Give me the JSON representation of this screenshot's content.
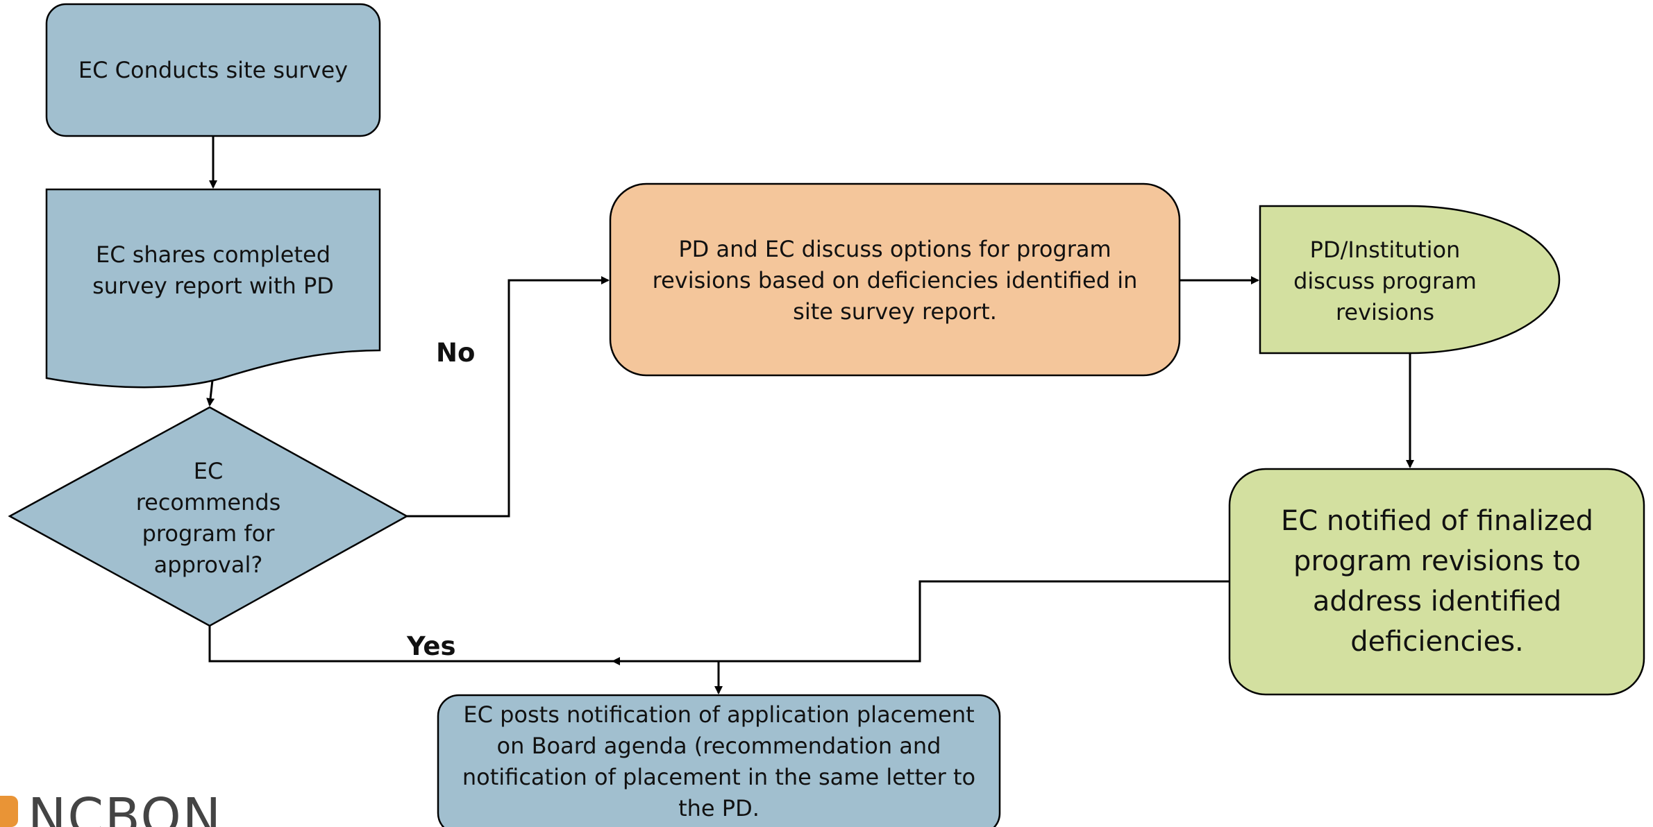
{
  "colors": {
    "blue": "#a1bfcf",
    "orange": "#f4c69b",
    "green": "#d3e0a0",
    "stroke": "#000000",
    "logo_orange": "#e99436",
    "logo_text": "#444444"
  },
  "nodes": {
    "site_survey": "EC Conducts site survey",
    "shares_report": "EC shares completed survey report with PD",
    "decision": "EC recommends program for approval?",
    "discuss_options": "PD and EC discuss options for program revisions based on deficiencies identified in site survey report.",
    "institution_discuss": "PD/Institution discuss program revisions",
    "notified_revisions": "EC notified of finalized program revisions to address identified deficiencies.",
    "posts_notification": "EC posts notification of application placement on Board agenda (recommendation and notification of placement in the same letter to the PD."
  },
  "labels": {
    "no": "No",
    "yes": "Yes"
  },
  "logo": {
    "text": "NCBON"
  }
}
